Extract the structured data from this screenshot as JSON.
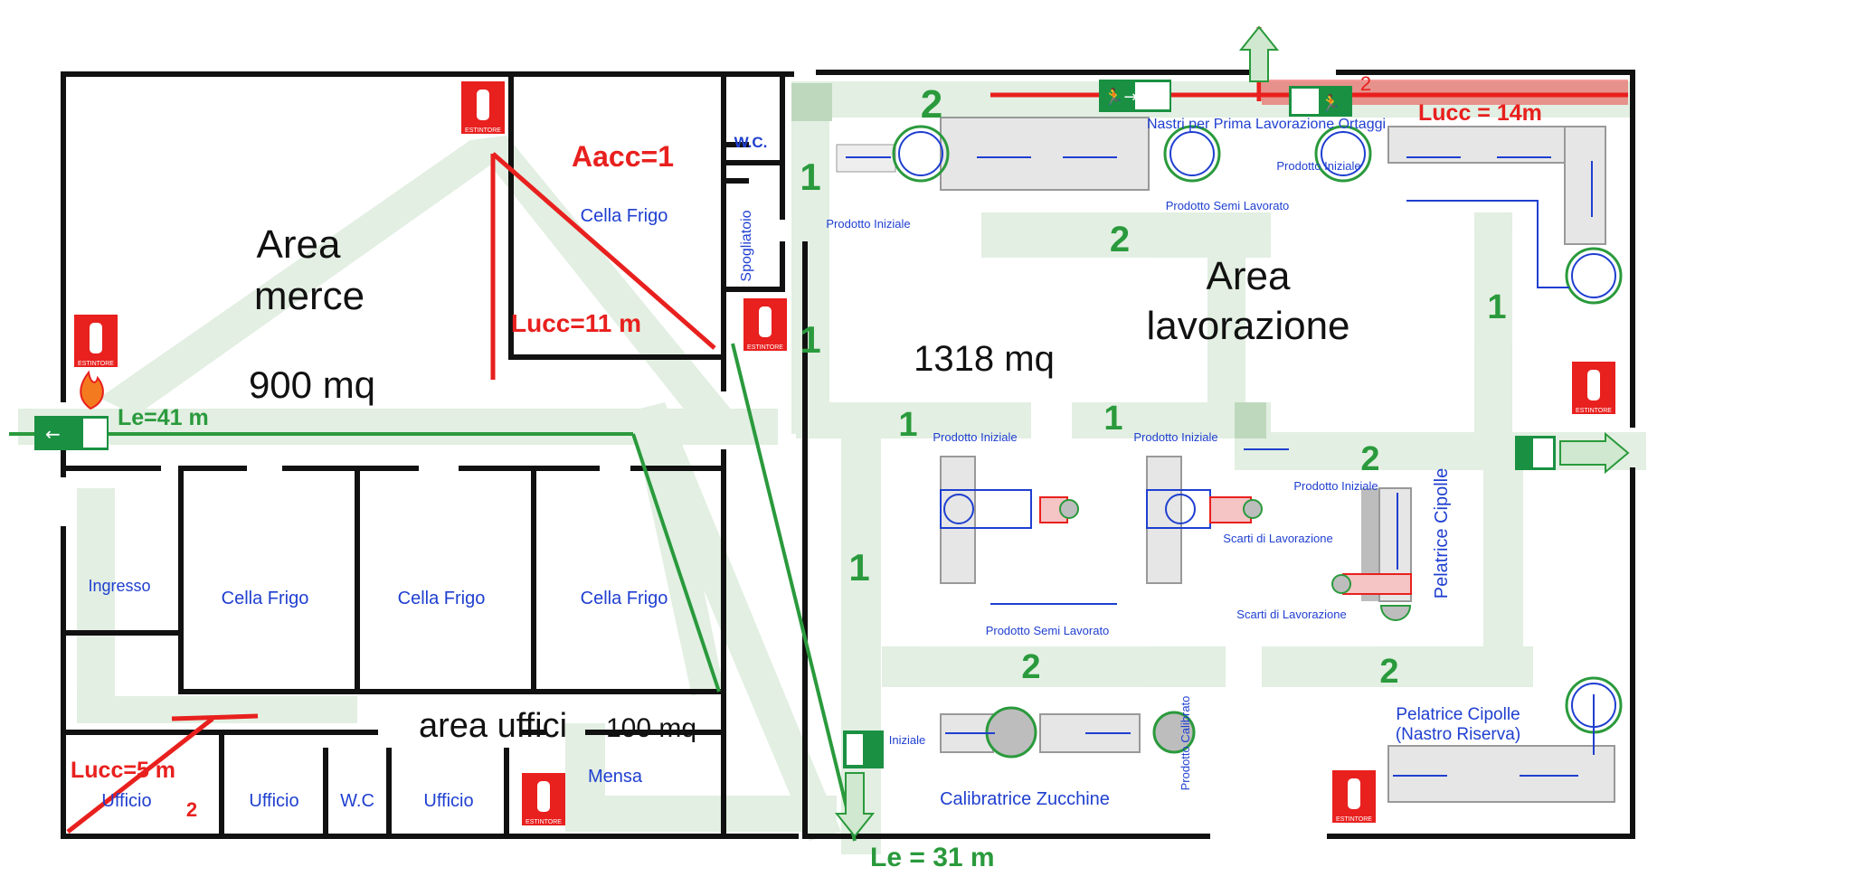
{
  "areas": {
    "merce": {
      "name_1": "Area",
      "name_2": "merce",
      "size": "900 mq"
    },
    "lavorazione": {
      "name_1": "Area",
      "name_2": "lavorazione",
      "size": "1318 mq"
    },
    "uffici": {
      "name": "area uffici",
      "size": "100 mq"
    }
  },
  "rooms": {
    "cella_frigo": "Cella Frigo",
    "wc": "W.C.",
    "wc_office": "W.C",
    "spogliatoio": "Spogliatoio",
    "ingresso": "Ingresso",
    "ufficio": "Ufficio",
    "mensa": "Mensa"
  },
  "machines": {
    "nastri": "Nastri per Prima Lavorazione Ortaggi",
    "prodotto_iniziale": "Prodotto Iniziale",
    "prodotto_semi_lavorato": "Prodotto Semi Lavorato",
    "scarti": "Scarti di Lavorazione",
    "pelatrice": "Pelatrice Cipolle",
    "pelatrice_riserva_1": "Pelatrice Cipolle",
    "pelatrice_riserva_2": "(Nastro Riserva)",
    "calibratrice": "Calibratrice Zucchine",
    "prodotto_calibrato": "Prodotto Calibrato",
    "iniziale": "Iniziale"
  },
  "measures": {
    "le_41": "Le=41 m",
    "le_31": "Le = 31 m",
    "lucc_11": "Lucc=11 m",
    "lucc_14": "Lucc = 14m",
    "lucc_5": "Lucc=5 m",
    "aacc": "Aacc=1"
  },
  "path_numbers": {
    "one": "1",
    "two": "2"
  },
  "extinguisher_label": "ESTINTORE",
  "colors": {
    "walls": "#111111",
    "path_green": "#2a9a3c",
    "path_red": "#e8201e",
    "machine_blue": "#1f3fd0",
    "corridor": "#d9ead9"
  },
  "icons": [
    "fire-extinguisher-icon",
    "emergency-exit-sign-icon",
    "fire-flame-icon",
    "exit-arrow-icon"
  ]
}
